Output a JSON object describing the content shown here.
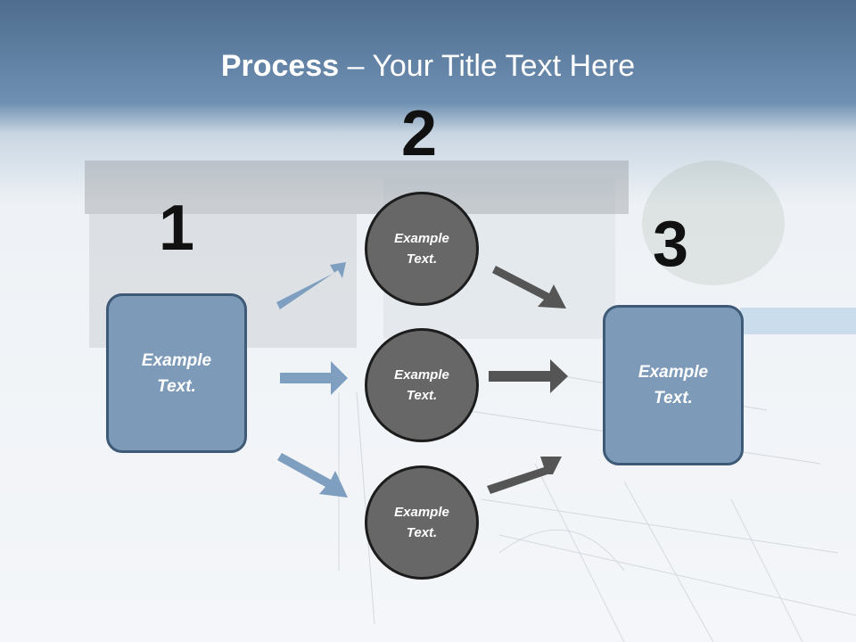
{
  "slide": {
    "title_bold": "Process",
    "title_rest": " – Your Title Text Here",
    "steps": {
      "left": {
        "number": "1",
        "text_line1": "Example",
        "text_line2": "Text."
      },
      "middle": [
        {
          "number": "2",
          "text_line1": "Example",
          "text_line2": "Text."
        },
        {
          "text_line1": "Example",
          "text_line2": "Text."
        },
        {
          "text_line1": "Example",
          "text_line2": "Text."
        }
      ],
      "right": {
        "number": "3",
        "text_line1": "Example",
        "text_line2": "Text."
      }
    },
    "colors": {
      "box_fill": "#7d9ab8",
      "box_border": "#3f5a76",
      "circle_fill": "#676767",
      "left_arrow": "#7f9fc0",
      "right_arrow": "#555555"
    }
  }
}
